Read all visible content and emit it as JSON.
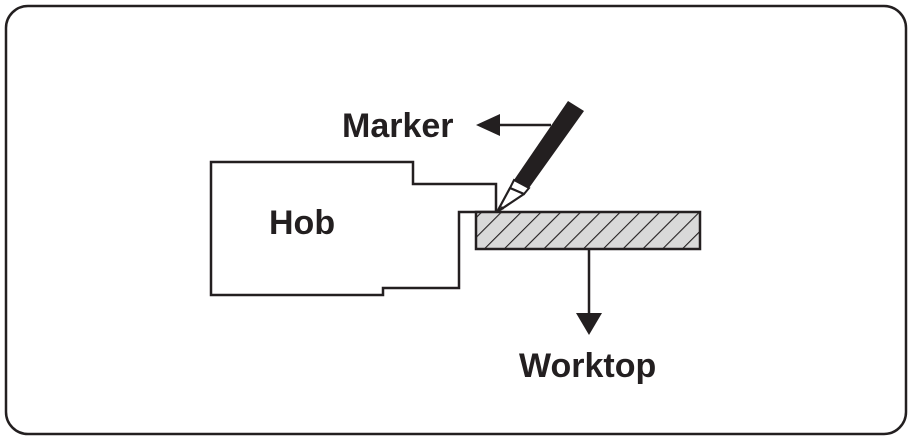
{
  "diagram": {
    "labels": {
      "marker": "Marker",
      "hob": "Hob",
      "worktop": "Worktop"
    },
    "colors": {
      "stroke": "#231f20",
      "hatch_fill": "#d9d9d9",
      "background": "#ffffff"
    },
    "icons": {
      "marker": "pen-marker-icon",
      "arrow_left": "arrow-left-icon",
      "arrow_down": "arrow-down-icon"
    }
  }
}
